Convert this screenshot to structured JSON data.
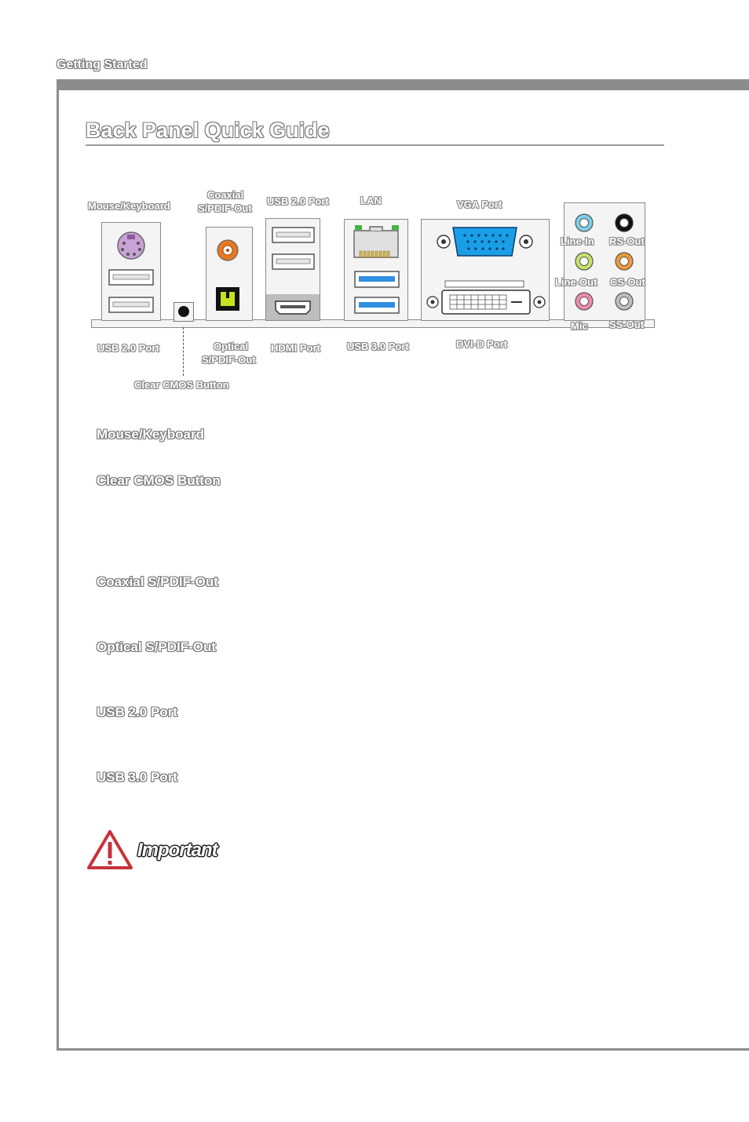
{
  "header": {
    "section": "Getting Started"
  },
  "page": {
    "title": "Back Panel Quick Guide"
  },
  "diagram": {
    "labels": {
      "mouse_keyboard": "Mouse/Keyboard",
      "coaxial": "Coaxial",
      "spdif_out": "S/PDIF-Out",
      "usb20_top": "USB 2.0 Port",
      "lan": "LAN",
      "vga": "VGA Port",
      "usb20_bottom": "USB 2.0 Port",
      "optical": "Optical",
      "optical_spdif": "S/PDIF-Out",
      "hdmi": "HDMI Port",
      "usb30": "USB 3.0 Port",
      "dvid": "DVI-D Port",
      "clear_cmos": "Clear CMOS Button",
      "line_in": "Line-In",
      "rs_out": "RS-Out",
      "line_out": "Line-Out",
      "cs_out": "CS-Out",
      "mic": "Mic",
      "ss_out": "SS-Out"
    },
    "colors": {
      "ps2": "#c8a2d6",
      "coaxial": "#e87722",
      "optical": "#c8e01e",
      "usb3": "#2f8fe0",
      "vga": "#1a9ee8",
      "line_in": "#7ecfe8",
      "line_out": "#c7e26a",
      "mic": "#f08bb0",
      "rs_out": "#111111",
      "cs_out": "#f29a3a",
      "ss_out": "#bdbdbd"
    }
  },
  "sections": [
    {
      "title": "Mouse/Keyboard"
    },
    {
      "title": "Clear CMOS Button"
    },
    {
      "title": "Coaxial S/PDIF-Out"
    },
    {
      "title": "Optical S/PDIF-Out"
    },
    {
      "title": "USB 2.0 Port"
    },
    {
      "title": "USB 3.0 Port"
    }
  ],
  "important": {
    "label": "Important"
  }
}
